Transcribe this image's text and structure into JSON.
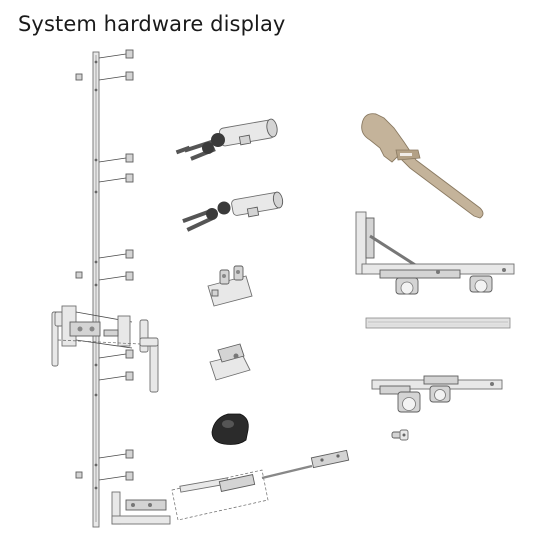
{
  "header": {
    "title": "System hardware display"
  },
  "parts": {
    "exploded_assembly": "exploded-hardware-assembly",
    "cylinder_top": "lock-cylinder-with-keys",
    "cylinder_bottom": "lock-cylinder-with-keys",
    "keeper_double": "double-keeper-bracket",
    "keeper_single": "single-keeper-bracket",
    "stopper": "black-stopper",
    "handle": "champagne-lever-handle",
    "roller_large": "sliding-roller-carriage-with-corner",
    "track": "guide-track-strip",
    "roller_small": "sliding-roller-carriage",
    "pin": "small-connector-pin"
  },
  "colors": {
    "handle": "#c4b39a",
    "metal": "#e8e8e8",
    "stopper": "#2b2b2b",
    "key": "#3a3a3a"
  }
}
